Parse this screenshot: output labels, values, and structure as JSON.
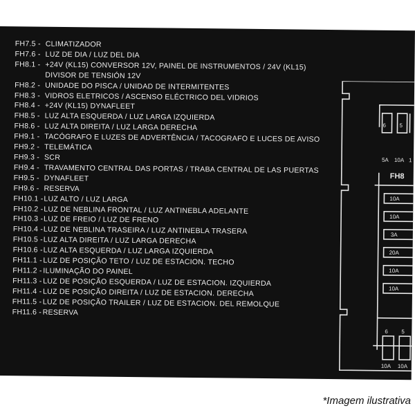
{
  "fuses": [
    {
      "code": "FH7.5 -",
      "desc": "CLIMATIZADOR"
    },
    {
      "code": "FH7.6 -",
      "desc": "LUZ DE DIA / LUZ DEL DIA"
    },
    {
      "code": "FH8.1 -",
      "desc": "+24V (KL15) CONVERSOR 12V, PAINEL DE INSTRUMENTOS / 24V (KL15)",
      "desc2": "DIVISOR DE TENSIÓN 12V"
    },
    {
      "code": "FH8.2 -",
      "desc": "UNIDADE DO PISCA / UNIDAD DE INTERMITENTES"
    },
    {
      "code": "FH8.3 -",
      "desc": "VIDROS ELETRICOS / ASCENSO ELÉCTRICO DEL VIDRIOS"
    },
    {
      "code": "FH8.4 -",
      "desc": "+24V (KL15) DYNAFLEET"
    },
    {
      "code": "FH8.5 -",
      "desc": "LUZ ALTA ESQUERDA / LUZ LARGA IZQUIERDA"
    },
    {
      "code": "FH8.6 -",
      "desc": "LUZ ALTA DIREITA / LUZ LARGA DERECHA"
    },
    {
      "code": "FH9.1 -",
      "desc": "TACÓGRAFO E LUZES DE ADVERTÊNCIA / TACOGRAFO E LUCES DE AVISO"
    },
    {
      "code": "FH9.2 -",
      "desc": "TELEMÁTICA"
    },
    {
      "code": "FH9.3 -",
      "desc": "SCR"
    },
    {
      "code": "FH9.4 -",
      "desc": "TRAVAMENTO CENTRAL DAS PORTAS / TRABA CENTRAL DE LAS PUERTAS"
    },
    {
      "code": "FH9.5 -",
      "desc": "DYNAFLEET"
    },
    {
      "code": "FH9.6 -",
      "desc": "RESERVA"
    },
    {
      "code": "FH10.1 -",
      "desc": "LUZ ALTO / LUZ LARGA"
    },
    {
      "code": "FH10.2 -",
      "desc": "LUZ DE NEBLINA FRONTAL / LUZ ANTINEBLA ADELANTE"
    },
    {
      "code": "FH10.3 -",
      "desc": "LUZ DE FREIO / LUZ DE FRENO"
    },
    {
      "code": "FH10.4 -",
      "desc": "LUZ DE NEBLINA TRASEIRA / LUZ ANTINEBLA TRASERA"
    },
    {
      "code": "FH10.5 -",
      "desc": "LUZ ALTA DIREITA / LUZ LARGA DERECHA"
    },
    {
      "code": "FH10.6 -",
      "desc": "LUZ ALTA ESQUERDA / LUZ LARGA IZQUIERDA"
    },
    {
      "code": "FH11.1 -",
      "desc": "LUZ DE POSIÇÃO TETO / LUZ DE ESTACION. TECHO"
    },
    {
      "code": "FH11.2 -",
      "desc": "ILUMINAÇÃO DO PAINEL"
    },
    {
      "code": "FH11.3 -",
      "desc": "LUZ DE POSIÇÃO ESQUERDA / LUZ DE ESTACION. IZQUIERDA"
    },
    {
      "code": "FH11.4 -",
      "desc": "LUZ DE POSIÇÃO DIREITA / LUZ DE ESTACION. DERECHA"
    },
    {
      "code": "FH11.5 -",
      "desc": "LUZ DE POSIÇÃO TRAILER / LUZ DE ESTACION. DEL REMOLQUE"
    },
    {
      "code": "FH11.6 -",
      "desc": "RESERVA"
    }
  ],
  "diagram": {
    "top_numbers": [
      "6",
      "5"
    ],
    "top_ratings": [
      "5A",
      "10A",
      "1"
    ],
    "block_title": "FH8",
    "ratings": [
      "10A",
      "10A",
      "3A",
      "20A",
      "10A",
      "10A"
    ],
    "bottom_numbers": [
      "6",
      "5"
    ],
    "bottom_ratings": [
      "10A",
      "10A"
    ]
  },
  "caption": "*Imagem ilustrativa",
  "colors": {
    "label_bg": "#111111",
    "label_text": "#eeeeee",
    "page_bg": "#ffffff"
  }
}
